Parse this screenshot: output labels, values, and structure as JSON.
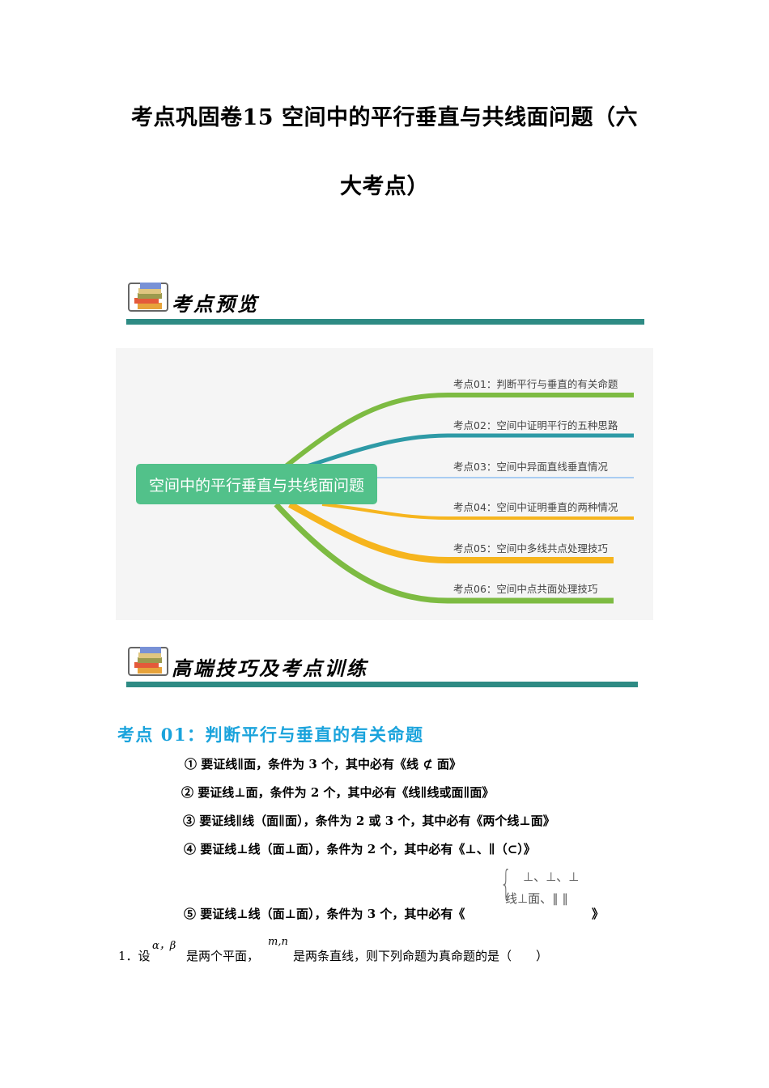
{
  "title": {
    "line1": "考点巩固卷15  空间中的平行垂直与共线面问题（六",
    "line2": "大考点）"
  },
  "sections": {
    "preview": {
      "label": "考点预览",
      "icon": "books-icon"
    },
    "training": {
      "label": "高端技巧及考点训练",
      "icon": "books-icon"
    }
  },
  "mindmap": {
    "root": "空间中的平行垂直与共线面问题",
    "nodes": [
      {
        "label": "考点01：判断平行与垂直的有关命题",
        "color": "#7dbb42"
      },
      {
        "label": "考点02：空间中证明平行的五种思路",
        "color": "#2e9aa6"
      },
      {
        "label": "考点03：空间中异面直线垂直情况",
        "color": "#a9cdf2"
      },
      {
        "label": "考点04：空间中证明垂直的两种情况",
        "color": "#f6b51e"
      },
      {
        "label": "考点05：空间中多线共点处理技巧",
        "color": "#f6b51e"
      },
      {
        "label": "考点06：空间中点共面处理技巧",
        "color": "#7dbb42"
      }
    ]
  },
  "kaodian01": {
    "heading": "考点 01：判断平行与垂直的有关命题",
    "rules": [
      "① 要证线∥面，条件为 3 个，其中必有《线 ⊄ 面》",
      "② 要证线⊥面，条件为 2 个，其中必有《线∥线或面∥面》",
      "③ 要证线∥线（面∥面），条件为 2 或 3 个，其中必有《两个线⊥面》",
      "④ 要证线⊥线（面⊥面），条件为 2 个，其中必有《⊥、∥（⊂）》",
      "⑤ 要证线⊥线（面⊥面），条件为 3 个，其中必有《"
    ],
    "rule5_close": "》",
    "rule5_brace": {
      "row1": "⊥、⊥、⊥",
      "row2": "线⊥面、∥ ∥"
    }
  },
  "question1": {
    "number": "1．设",
    "sup1": "α，β",
    "text1": "是两个平面，",
    "sup2": "m,n",
    "text2": "是两条直线，则下列命题为真命题的是（　　）"
  }
}
